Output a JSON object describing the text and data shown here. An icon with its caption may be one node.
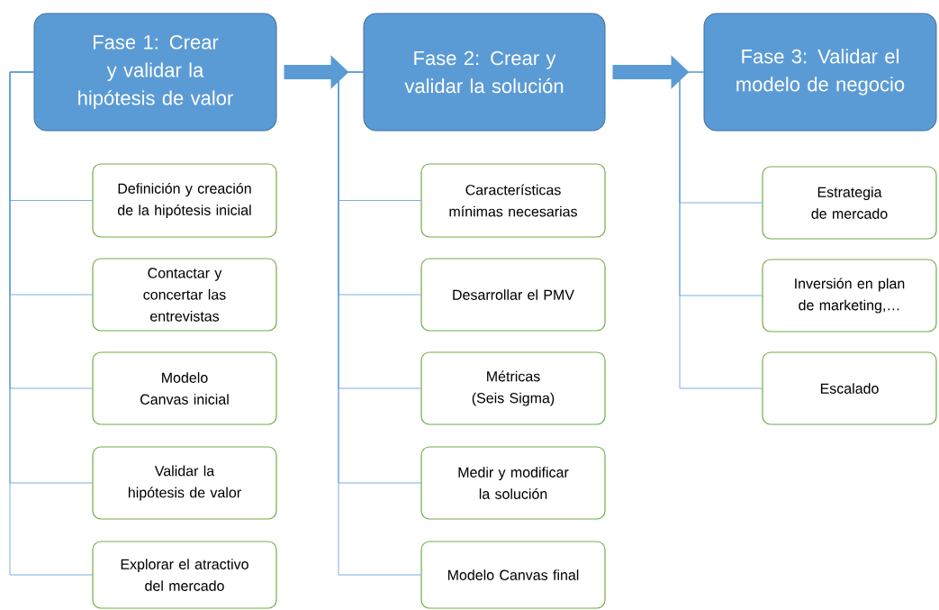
{
  "diagram": {
    "nodes": [
      {
        "text": [
          "Fase 1: Crear y validar la hipótesis de valor"
        ]
      },
      {
        "text": [
          "Definición y creación de la hipótesis inicial"
        ]
      },
      {
        "text": [
          "Contactar y concertar las entrevistas"
        ]
      },
      {
        "text": [
          "Modelo Canvas inicial"
        ]
      },
      {
        "text": [
          "Validar la hipótesis de valor"
        ]
      },
      {
        "text": [
          "Explorar el atractivo del mercado"
        ]
      },
      {
        "text": [
          "Fase 2: Crear y validar la solución"
        ]
      },
      {
        "text": [
          "Características mínimas necesarias"
        ]
      },
      {
        "text": [
          "Desarrollar el PMV"
        ]
      },
      {
        "text": [
          "Métricas (Seis Sigma)"
        ]
      },
      {
        "text": [
          "Medir y modificar la solución"
        ]
      },
      {
        "text": [
          "Modelo Canvas final"
        ]
      },
      {
        "text": [
          "Fase 3: Validar el modelo de negocio"
        ]
      },
      {
        "text": [
          "Estrategia de mercado"
        ]
      },
      {
        "text": [
          "Inversión en plan de marketing,…"
        ]
      },
      {
        "text": [
          "Escalado"
        ]
      }
    ],
    "edges": [
      {
        "from": 0,
        "to": 1,
        "arrow": "none"
      },
      {
        "from": 0,
        "to": 2,
        "arrow": "none"
      },
      {
        "from": 0,
        "to": 3,
        "arrow": "none"
      },
      {
        "from": 0,
        "to": 4,
        "arrow": "none"
      },
      {
        "from": 0,
        "to": 5,
        "arrow": "none"
      },
      {
        "from": 6,
        "to": 7,
        "arrow": "none"
      },
      {
        "from": 6,
        "to": 8,
        "arrow": "none"
      },
      {
        "from": 6,
        "to": 9,
        "arrow": "none"
      },
      {
        "from": 6,
        "to": 10,
        "arrow": "none"
      },
      {
        "from": 6,
        "to": 11,
        "arrow": "none"
      },
      {
        "from": 12,
        "to": 13,
        "arrow": "none"
      },
      {
        "from": 12,
        "to": 14,
        "arrow": "none"
      },
      {
        "from": 12,
        "to": 15,
        "arrow": "none"
      },
      {
        "from": 0,
        "to": 6,
        "arrow": "to",
        "style": "thick"
      },
      {
        "from": 6,
        "to": 12,
        "arrow": "to",
        "style": "thick"
      }
    ]
  }
}
